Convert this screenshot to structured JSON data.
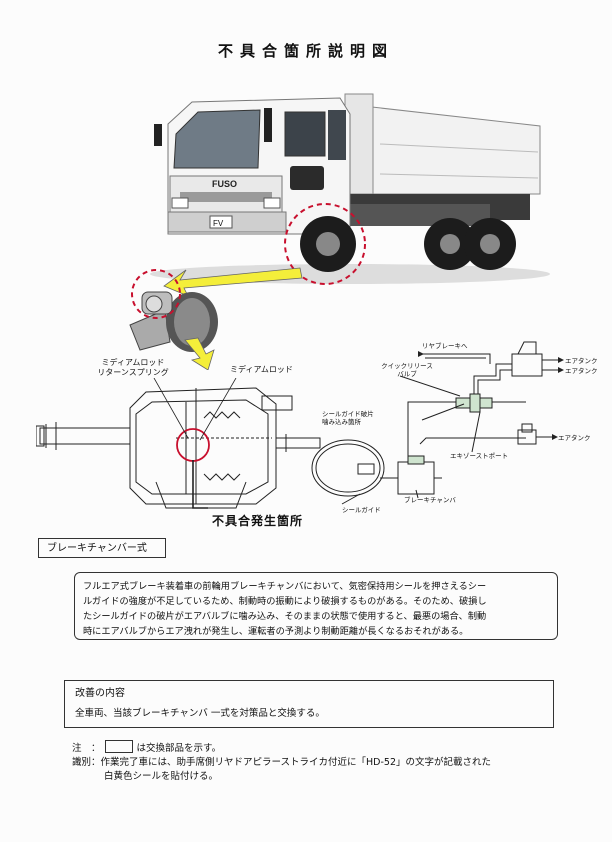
{
  "title": "不具合箇所説明図",
  "truck": {
    "badge": "FUSO",
    "grille_text": "FV"
  },
  "diagram_left": {
    "label_medium_rod_return_spring_line1": "ミディアムロッド",
    "label_medium_rod_return_spring_line2": "リターンスプリング",
    "label_medium_rod": "ミディアムロッド",
    "defect_callout": "不具合発生箇所"
  },
  "diagram_right": {
    "rear_brake": "リヤブレーキへ",
    "air_tank_1": "エアタンク",
    "air_tank_2": "エアタンク",
    "air_tank_3": "エアタンク",
    "quick_release_line1": "クイックリリース",
    "quick_release_line2": "バルブ",
    "seal_guide_fragment_line1": "シールガイド破片",
    "seal_guide_fragment_line2": "噛み込み箇所",
    "exhaust_port": "エキゾーストポート",
    "brake_chamber": "ブレーキチャンバ",
    "seal_guide": "シールガイド"
  },
  "section_type": "ブレーキチャンバー式",
  "description": [
    "フルエア式ブレーキ装着車の前輪用ブレーキチャンバにおいて、気密保持用シールを押さえるシー",
    "ルガイドの強度が不足しているため、制動時の振動により破損するものがある。そのため、破損し",
    "たシールガイドの破片がエアバルブに噛み込み、そのままの状態で使用すると、最悪の場合、制動",
    "時にエアバルブからエア洩れが発生し、運転者の予測より制動距離が長くなるおそれがある。"
  ],
  "improvement": {
    "heading": "改善の内容",
    "body": "全車両、当該ブレーキチャンバ 一式を対策品と交換する。"
  },
  "notes": {
    "note_label": "注　：",
    "note_text": "は交換部品を示す。",
    "id_label": "識別：",
    "id_line1": "作業完了車には、助手席側リヤドアピラーストライカ付近に「HD-52」の文字が記載された",
    "id_line2": "白黄色シールを貼付ける。"
  }
}
